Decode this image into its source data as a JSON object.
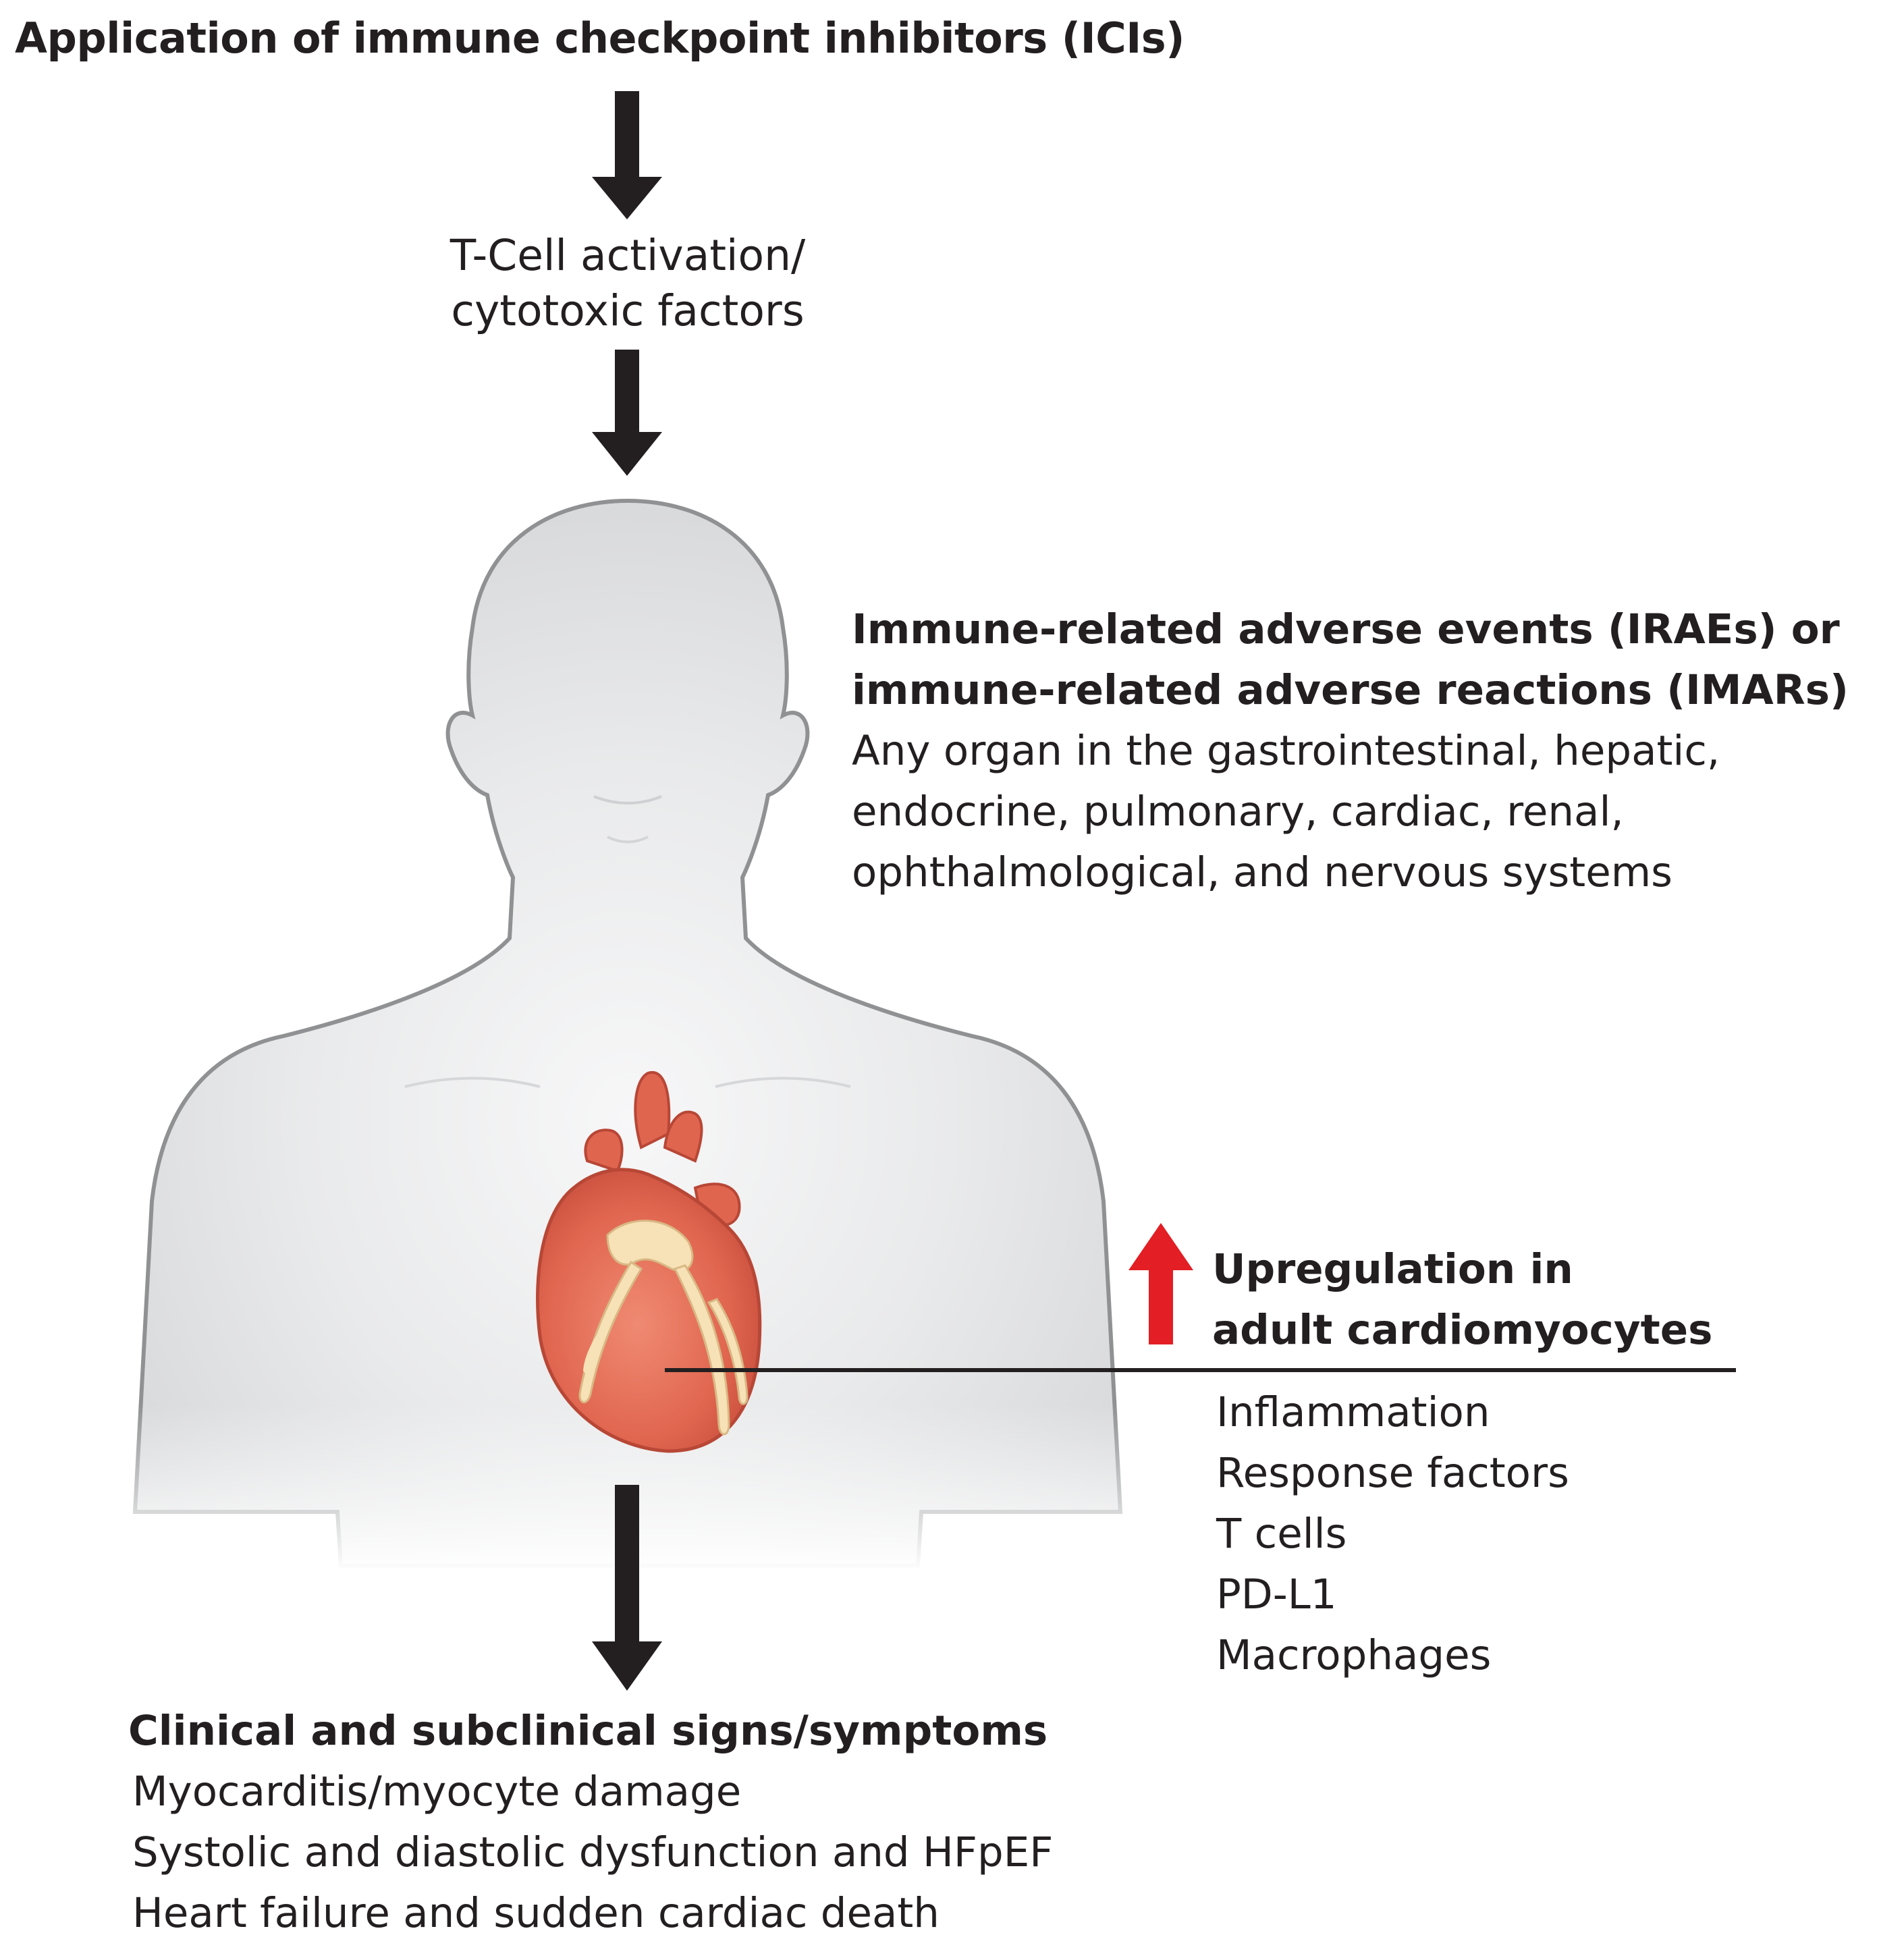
{
  "title": "Application of immune checkpoint inhibitors (ICIs)",
  "tcell": {
    "line1": "T-Cell activation/",
    "line2": "cytotoxic factors"
  },
  "irae": {
    "heading1": "Immune-related adverse events (IRAEs) or",
    "heading2": "immune-related adverse reactions (IMARs)",
    "body1": "Any organ in the gastrointestinal, hepatic,",
    "body2": "endocrine, pulmonary, cardiac, renal,",
    "body3": "ophthalmological, and nervous systems"
  },
  "upregulation": {
    "heading1": "Upregulation in",
    "heading2": "adult cardiomyocytes",
    "items": [
      "Inflammation",
      "Response factors",
      "T cells",
      "PD-L1",
      "Macrophages"
    ]
  },
  "clinical": {
    "heading": "Clinical and subclinical signs/symptoms",
    "items": [
      "Myocarditis/myocyte damage",
      "Systolic and diastolic dysfunction and HFpEF",
      "Heart failure and sudden cardiac death"
    ]
  },
  "icons": {
    "body": "human-silhouette-icon",
    "heart": "heart-icon",
    "down_arrow": "arrow-down-icon",
    "up_arrow": "arrow-up-icon"
  },
  "colors": {
    "arrow": "#231f20",
    "up_arrow": "#e31e24",
    "body_fill": "#e4e5e6",
    "body_outline": "#8f9193",
    "heart": "#e8705a",
    "heart_vessels": "#f7e1b6"
  }
}
